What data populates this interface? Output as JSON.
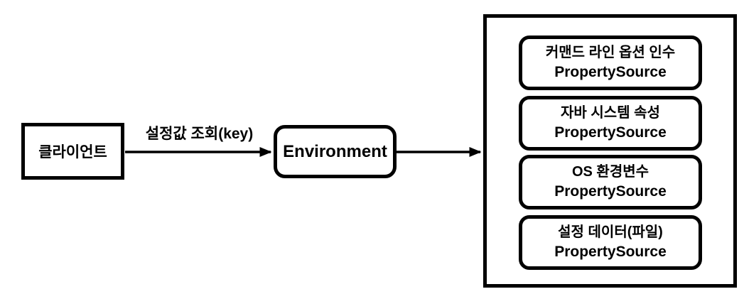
{
  "diagram": {
    "client": {
      "label": "클라이언트"
    },
    "request_arrow": {
      "label": "설정값 조회(key)"
    },
    "environment": {
      "label": "Environment"
    },
    "property_sources": [
      {
        "line1": "커맨드 라인 옵션 인수",
        "line2": "PropertySource"
      },
      {
        "line1": "자바 시스템 속성",
        "line2": "PropertySource"
      },
      {
        "line1": "OS 환경변수",
        "line2": "PropertySource"
      },
      {
        "line1": "설정 데이터(파일)",
        "line2": "PropertySource"
      }
    ],
    "colors": {
      "stroke": "#000000",
      "background": "#ffffff"
    }
  }
}
